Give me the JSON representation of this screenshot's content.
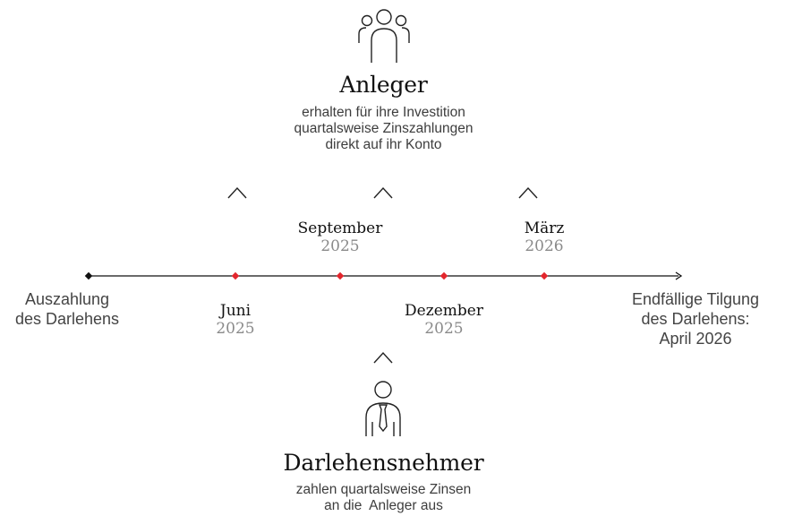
{
  "investor": {
    "icon": "group-people-icon",
    "title": "Anleger",
    "description_lines": [
      "erhalten für ihre Investition",
      "quartalsweise Zinszahlungen",
      "direkt auf ihr Konto"
    ]
  },
  "borrower": {
    "icon": "businessperson-tie-icon",
    "title": "Darlehensnehmer",
    "description_lines": [
      "zahlen quartalsweise Zinsen",
      "an die  Anleger aus"
    ]
  },
  "timeline": {
    "start": {
      "lines": [
        "Auszahlung",
        "des Darlehens"
      ]
    },
    "end": {
      "lines": [
        "Endfällige Tilgung",
        "des Darlehens:",
        "April 2026"
      ]
    },
    "payments": [
      {
        "month": "Juni",
        "year": "2025"
      },
      {
        "month": "September",
        "year": "2025"
      },
      {
        "month": "Dezember",
        "year": "2025"
      },
      {
        "month": "März",
        "year": "2026"
      }
    ]
  },
  "colors": {
    "line": "#111111",
    "payment_marker": "#e3262d",
    "start_marker": "#111111",
    "year_text": "#8a8a8a"
  }
}
